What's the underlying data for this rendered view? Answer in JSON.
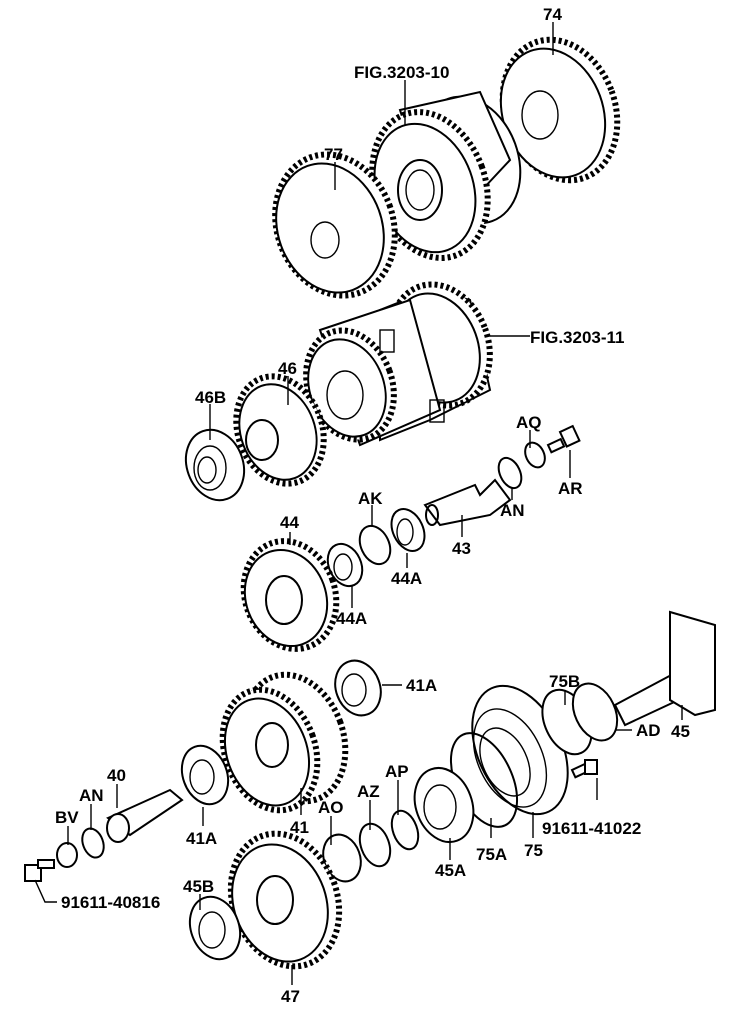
{
  "diagram": {
    "title": "Transmission gear train exploded view",
    "line_color": "#000000",
    "background": "#ffffff",
    "references": {
      "fig_upper": "FIG.3203-10",
      "fig_middle": "FIG.3203-11"
    },
    "callouts": {
      "p74": "74",
      "p77": "77",
      "p46": "46",
      "p46B": "46B",
      "pAQ": "AQ",
      "pAR": "AR",
      "pAN_top": "AN",
      "p43": "43",
      "pAK": "AK",
      "p44A_right": "44A",
      "p44A_left": "44A",
      "p44": "44",
      "p41A_top": "41A",
      "p75B": "75B",
      "p45": "45",
      "pAD": "AD",
      "pAP": "AP",
      "pAZ": "AZ",
      "pAO": "AO",
      "p40": "40",
      "pAN_bottom": "AN",
      "pBV": "BV",
      "p41A_bottom": "41A",
      "p41": "41",
      "p45A": "45A",
      "p75A": "75A",
      "p75": "75",
      "p91611_41022": "91611-41022",
      "p91611_40816": "91611-40816",
      "p45B": "45B",
      "p47": "47"
    }
  }
}
